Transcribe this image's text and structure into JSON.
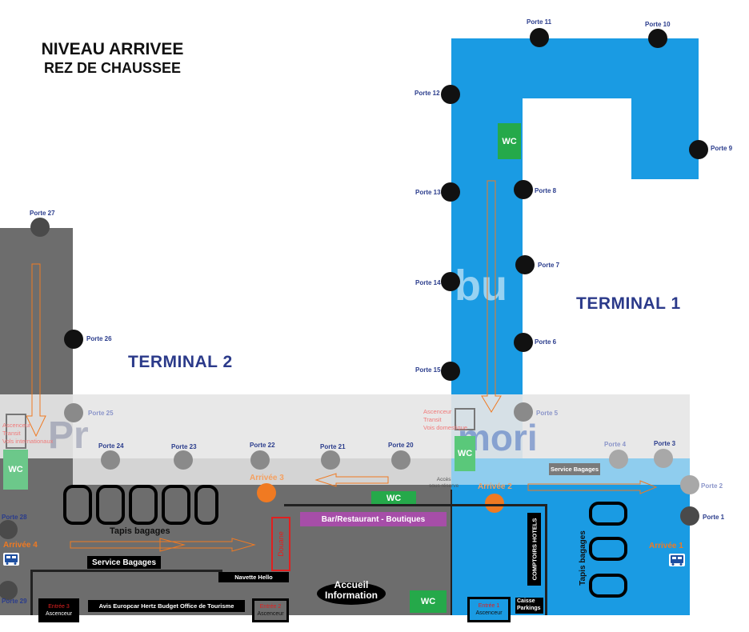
{
  "title": {
    "line1": "NIVEAU ARRIVEE",
    "line2": "REZ DE CHAUSSEE"
  },
  "terminals": {
    "t1": "TERMINAL 1",
    "t2": "TERMINAL 2"
  },
  "gates": {
    "p1": "Porte 1",
    "p2": "Porte 2",
    "p3": "Porte 3",
    "p4": "Porte 4",
    "p5": "Porte 5",
    "p6": "Porte 6",
    "p7": "Porte 7",
    "p8": "Porte 8",
    "p9": "Porte 9",
    "p10": "Porte 10",
    "p11": "Porte 11",
    "p12": "Porte 12",
    "p13": "Porte 13",
    "p14": "Porte 14",
    "p15": "Porte 15",
    "p20": "Porte 20",
    "p21": "Porte 21",
    "p22": "Porte 22",
    "p23": "Porte 23",
    "p24": "Porte 24",
    "p25": "Porte 25",
    "p26": "Porte 26",
    "p27": "Porte 27",
    "p28": "Porte 28",
    "p29": "Porte 29"
  },
  "labels": {
    "wc": "WC",
    "arrivee1": "Arrivée 1",
    "arrivee2": "Arrivée 2",
    "arrivee3": "Arrivée 3",
    "arrivee4": "Arrivée 4",
    "service_bagages": "Service Bagages",
    "tapis_bagages": "Tapis bagages",
    "tapis_bagages_t1": "Tapis bagages",
    "bar": "Bar/Restaurant - Boutiques",
    "douane": "Douane",
    "navette": "Navette Hello",
    "accueil1": "Accueil",
    "accueil2": "Information",
    "comptoirs": "COMPTOIRS HOTELS",
    "caisse1": "Caisse",
    "caisse2": "Parkings",
    "rental": "Avis  Europcar  Hertz Budget  Office de Tourisme",
    "ascenseur_transit_t1": [
      "Ascenceur",
      "Transit",
      "Vois domestique"
    ],
    "ascenseur_transit_t2": [
      "Ascenceur",
      "Transit",
      "Vols internationaux"
    ],
    "acces1": "Accès",
    "acces2": "sous réserve",
    "watermark_left": "Pr",
    "watermark_mid": "mori",
    "watermark_top": "bu"
  },
  "entrances": {
    "e1": {
      "name": "Entrée 1",
      "sub": "Ascenceur"
    },
    "e2": {
      "name": "Entrée 2",
      "sub": "Ascenceur"
    },
    "e3": {
      "name": "Entrée 3",
      "sub": "Ascenceur"
    }
  },
  "colors": {
    "terminal1": "#1a9be3",
    "terminal2": "#6d6d6d",
    "arrival": "#f07a22",
    "wc": "#25a94a",
    "bar": "#a64ea8",
    "douane": "#e02020",
    "terminal_label": "#2b3a8a"
  }
}
